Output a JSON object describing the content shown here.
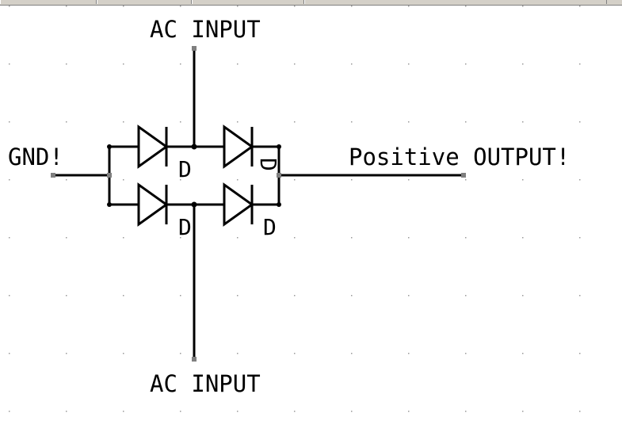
{
  "labels": {
    "ac_top": "AC INPUT",
    "ac_bottom": "AC INPUT",
    "gnd": "GND!",
    "positive_output": "Positive OUTPUT!",
    "diode_1": "D",
    "diode_2": "D",
    "diode_3": "D",
    "diode_4": "D"
  },
  "colors": {
    "wire": "#000000",
    "pin": "#7f7f7f",
    "grid_dot": "#9a9a9a",
    "background": "#ffffff",
    "toolbar": "#d4d0c8"
  },
  "components": [
    {
      "type": "diode",
      "name": "upper-left-diode"
    },
    {
      "type": "diode",
      "name": "upper-right-diode"
    },
    {
      "type": "diode",
      "name": "lower-left-diode"
    },
    {
      "type": "diode",
      "name": "lower-right-diode"
    }
  ]
}
